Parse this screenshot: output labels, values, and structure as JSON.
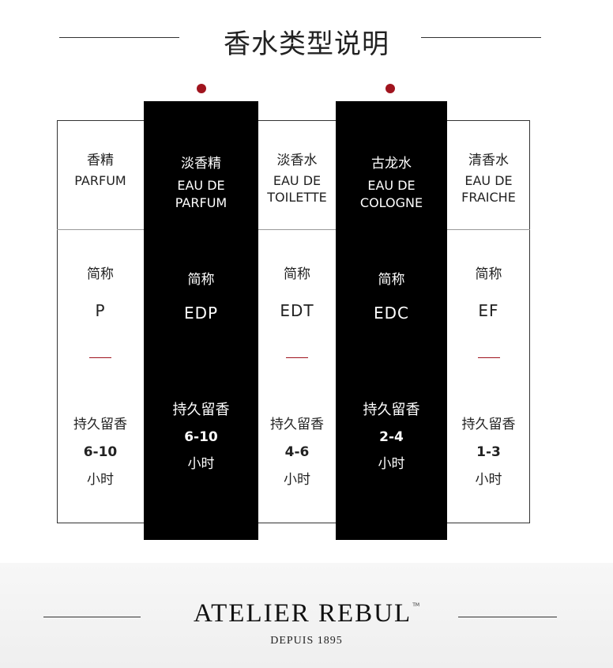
{
  "title": "香水类型说明",
  "columns": [
    {
      "name_zh": "香精",
      "name_en": [
        "PARFUM"
      ],
      "abbr_label": "简称",
      "abbr": "P",
      "duration_label": "持久留香",
      "hours": "6-10",
      "unit": "小时",
      "highlighted": false
    },
    {
      "name_zh": "淡香精",
      "name_en": [
        "EAU DE",
        "PARFUM"
      ],
      "abbr_label": "简称",
      "abbr": "EDP",
      "duration_label": "持久留香",
      "hours": "6-10",
      "unit": "小时",
      "highlighted": true
    },
    {
      "name_zh": "淡香水",
      "name_en": [
        "EAU DE",
        "TOILETTE"
      ],
      "abbr_label": "简称",
      "abbr": "EDT",
      "duration_label": "持久留香",
      "hours": "4-6",
      "unit": "小时",
      "highlighted": false
    },
    {
      "name_zh": "古龙水",
      "name_en": [
        "EAU DE",
        "COLOGNE"
      ],
      "abbr_label": "简称",
      "abbr": "EDC",
      "duration_label": "持久留香",
      "hours": "2-4",
      "unit": "小时",
      "highlighted": true
    },
    {
      "name_zh": "清香水",
      "name_en": [
        "EAU DE",
        "FRAICHE"
      ],
      "abbr_label": "简称",
      "abbr": "EF",
      "duration_label": "持久留香",
      "hours": "1-3",
      "unit": "小时",
      "highlighted": false
    }
  ],
  "brand": {
    "name": "ATELIER REBUL",
    "tm": "TM",
    "since": "DEPUIS 1895"
  },
  "colors": {
    "accent": "#a0141e",
    "black": "#000000"
  }
}
